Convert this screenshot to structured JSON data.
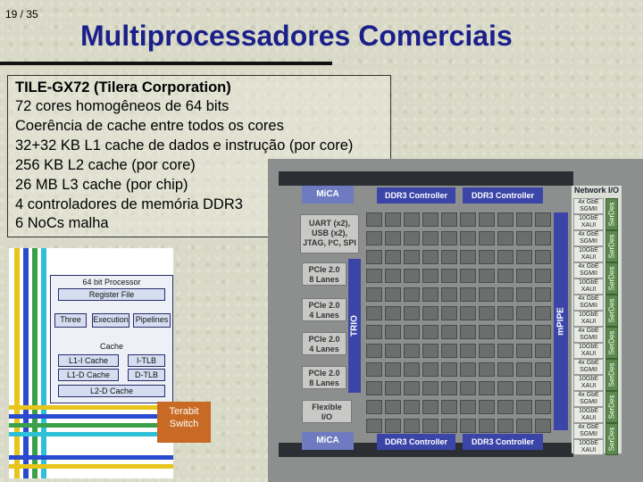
{
  "slide": {
    "number": "19 / 35",
    "title": "Multiprocessadores Comerciais"
  },
  "bullets": [
    "TILE-GX72 (Tilera Corporation)",
    "72 cores homogêneos de 64 bits",
    "Coerência de cache entre todos os cores",
    "32+32 KB L1 cache de dados e instrução (por core)",
    "256 KB L2 cache (por core)",
    "26 MB L3 cache (por chip)",
    "4 controladores de memória DDR3",
    "6 NoCs malha"
  ],
  "processor_diagram": {
    "title": "64 bit Processor",
    "register_file": "Register File",
    "pipelines": [
      "Three",
      "Execution",
      "Pipelines"
    ],
    "cache_title": "Cache",
    "l1i": "L1-I Cache",
    "itlb": "I-TLB",
    "l1d": "L1-D Cache",
    "dtlb": "D-TLB",
    "l2d": "L2-D Cache",
    "switch_line1": "Terabit",
    "switch_line2": "Switch",
    "colors": {
      "bus_yellow": "#e8c51a",
      "bus_blue": "#2a4bd0",
      "bus_green": "#3aa04a",
      "bus_cyan": "#2ec0d8",
      "switch": "#c86a24"
    }
  },
  "chip_diagram": {
    "mica_top": "MiCA",
    "mica_bottom": "MiCA",
    "ddr_tl": "DDR3 Controller",
    "ddr_tr": "DDR3 Controller",
    "ddr_bl": "DDR3 Controller",
    "ddr_br": "DDR3 Controller",
    "uart_lines": [
      "UART (x2),",
      "USB (x2),",
      "JTAG, I²C, SPI"
    ],
    "pcie": [
      [
        "PCIe 2.0",
        "8 Lanes"
      ],
      [
        "PCIe 2.0",
        "4 Lanes"
      ],
      [
        "PCIe 2.0",
        "4 Lanes"
      ],
      [
        "PCIe 2.0",
        "8 Lanes"
      ]
    ],
    "flexible_io": [
      "Flexible",
      "I/O"
    ],
    "trio": "TRIO",
    "mpipe": "mPIPE",
    "network_io": "Network I/O",
    "ge_blocks": [
      [
        "4x GbE",
        "SGMII"
      ],
      [
        "10GbE",
        "XAUI"
      ],
      [
        "4x GbE",
        "SGMII"
      ],
      [
        "10GbE",
        "XAUI"
      ],
      [
        "4x GbE",
        "SGMII"
      ],
      [
        "10GbE",
        "XAUI"
      ],
      [
        "4x GbE",
        "SGMII"
      ],
      [
        "10GbE",
        "XAUI"
      ],
      [
        "4x GbE",
        "SGMII"
      ],
      [
        "10GbE",
        "XAUI"
      ],
      [
        "4x GbE",
        "SGMII"
      ],
      [
        "10GbE",
        "XAUI"
      ],
      [
        "4x GbE",
        "SGMII"
      ],
      [
        "10GbE",
        "XAUI"
      ],
      [
        "4x GbE",
        "SGMII"
      ],
      [
        "10GbE",
        "XAUI"
      ]
    ],
    "serdes_label": "SerDes",
    "colors": {
      "mica": "#6f7bc1",
      "blue": "#3b45a8",
      "serdes": "#5c8a4c",
      "tile": "#6c6e6e"
    }
  }
}
